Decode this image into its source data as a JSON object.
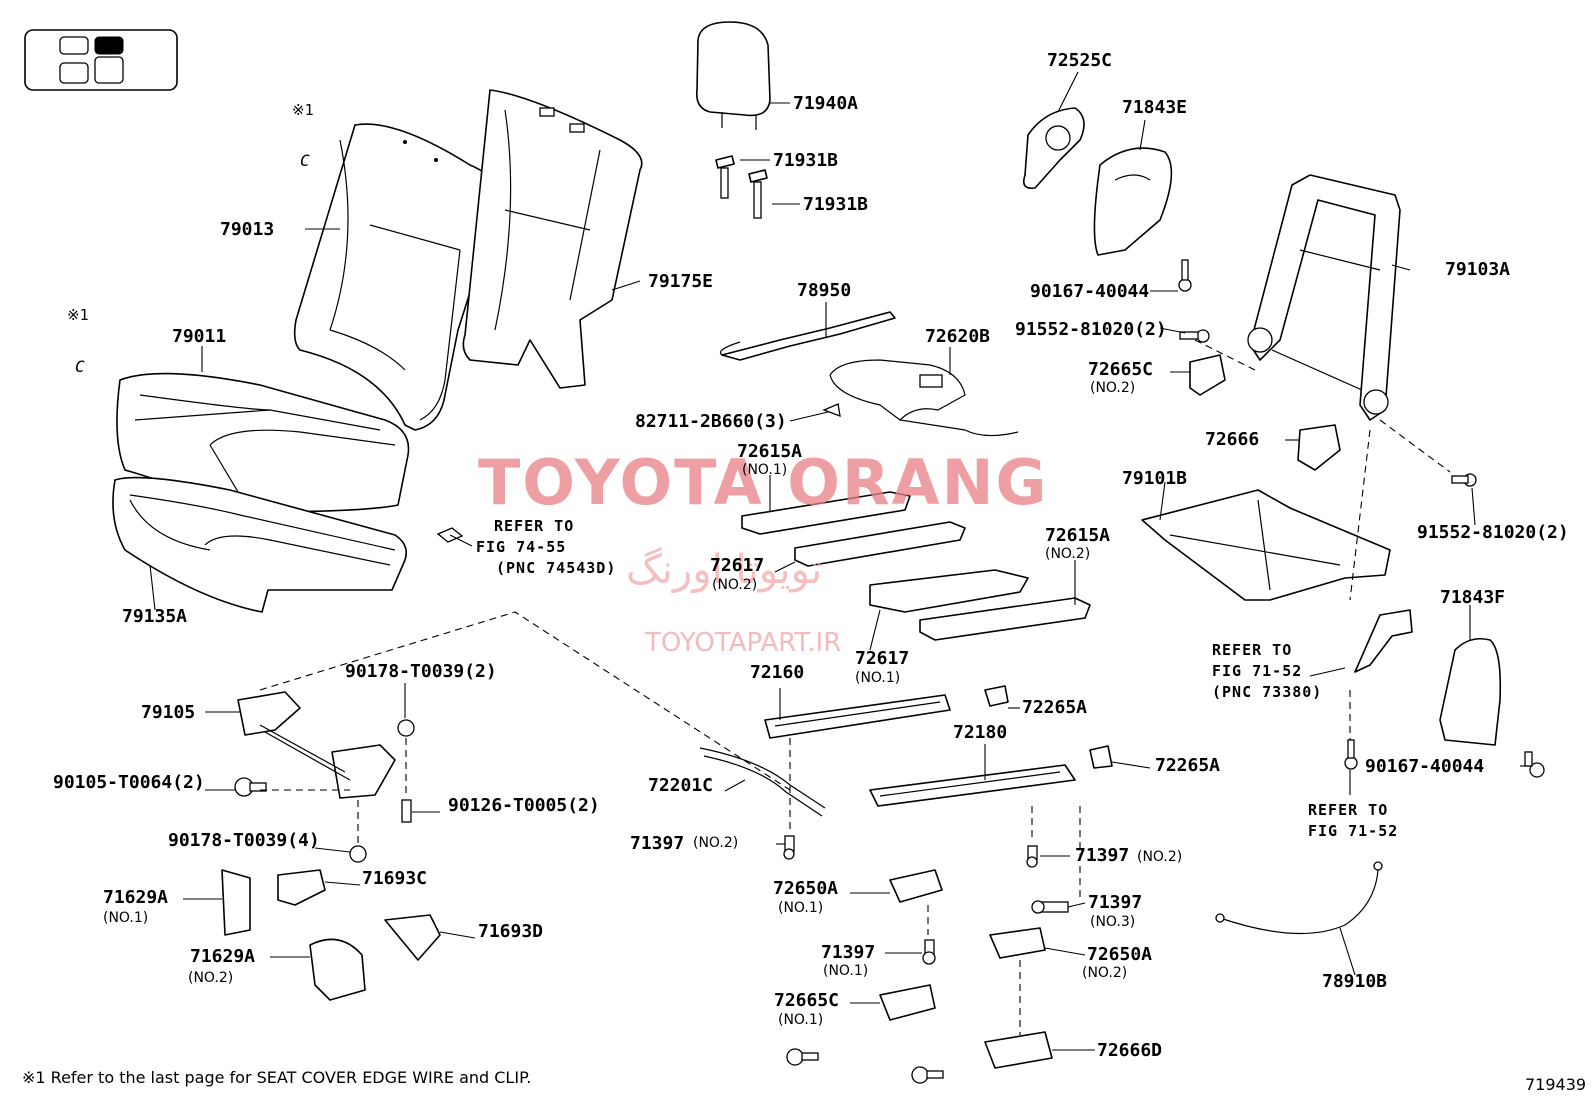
{
  "figure": {
    "id": "719439",
    "footnote": "※1  Refer to the last page for SEAT COVER EDGE WIRE and CLIP.",
    "note_mark": "※1",
    "clip_glyph": "C"
  },
  "watermark": {
    "brand": "TOYOTA ORANG",
    "brand_fa": "تویوتا اورنگ",
    "site": "TOYOTAPART.IR"
  },
  "references": [
    {
      "lines": [
        "REFER TO",
        "FIG 74-55",
        "(PNC 74543D)"
      ]
    },
    {
      "lines": [
        "REFER TO",
        "FIG 71-52",
        "(PNC 73380)"
      ]
    },
    {
      "lines": [
        "REFER TO",
        "FIG 71-52"
      ]
    }
  ],
  "parts": [
    {
      "pn": "79013",
      "sub": ""
    },
    {
      "pn": "79175E",
      "sub": ""
    },
    {
      "pn": "79011",
      "sub": ""
    },
    {
      "pn": "79135A",
      "sub": ""
    },
    {
      "pn": "71940A",
      "sub": ""
    },
    {
      "pn": "71931B",
      "sub": ""
    },
    {
      "pn": "71931B",
      "sub": ""
    },
    {
      "pn": "78950",
      "sub": ""
    },
    {
      "pn": "72620B",
      "sub": ""
    },
    {
      "pn": "82711-2B660(3)",
      "sub": ""
    },
    {
      "pn": "72615A",
      "sub": "(NO.1)"
    },
    {
      "pn": "72617",
      "sub": "(NO.2)"
    },
    {
      "pn": "72615A",
      "sub": "(NO.2)"
    },
    {
      "pn": "72617",
      "sub": "(NO.1)"
    },
    {
      "pn": "72525C",
      "sub": ""
    },
    {
      "pn": "71843E",
      "sub": ""
    },
    {
      "pn": "90167-40044",
      "sub": ""
    },
    {
      "pn": "91552-81020(2)",
      "sub": ""
    },
    {
      "pn": "72665C",
      "sub": "(NO.2)"
    },
    {
      "pn": "79103A",
      "sub": ""
    },
    {
      "pn": "72666",
      "sub": ""
    },
    {
      "pn": "79101B",
      "sub": ""
    },
    {
      "pn": "91552-81020(2)",
      "sub": ""
    },
    {
      "pn": "71843F",
      "sub": ""
    },
    {
      "pn": "90167-40044",
      "sub": ""
    },
    {
      "pn": "79105",
      "sub": ""
    },
    {
      "pn": "90178-T0039(2)",
      "sub": ""
    },
    {
      "pn": "90105-T0064(2)",
      "sub": ""
    },
    {
      "pn": "90126-T0005(2)",
      "sub": ""
    },
    {
      "pn": "90178-T0039(4)",
      "sub": ""
    },
    {
      "pn": "71693C",
      "sub": ""
    },
    {
      "pn": "71629A",
      "sub": "(NO.1)"
    },
    {
      "pn": "71693D",
      "sub": ""
    },
    {
      "pn": "71629A",
      "sub": "(NO.2)"
    },
    {
      "pn": "72160",
      "sub": ""
    },
    {
      "pn": "72265A",
      "sub": ""
    },
    {
      "pn": "72180",
      "sub": ""
    },
    {
      "pn": "72265A",
      "sub": ""
    },
    {
      "pn": "72201C",
      "sub": ""
    },
    {
      "pn": "71397",
      "sub": "(NO.2)"
    },
    {
      "pn": "71397",
      "sub": "(NO.2)"
    },
    {
      "pn": "72650A",
      "sub": "(NO.1)"
    },
    {
      "pn": "71397",
      "sub": "(NO.3)"
    },
    {
      "pn": "71397",
      "sub": "(NO.1)"
    },
    {
      "pn": "72650A",
      "sub": "(NO.2)"
    },
    {
      "pn": "72665C",
      "sub": "(NO.1)"
    },
    {
      "pn": "72666D",
      "sub": ""
    },
    {
      "pn": "78910B",
      "sub": ""
    }
  ]
}
